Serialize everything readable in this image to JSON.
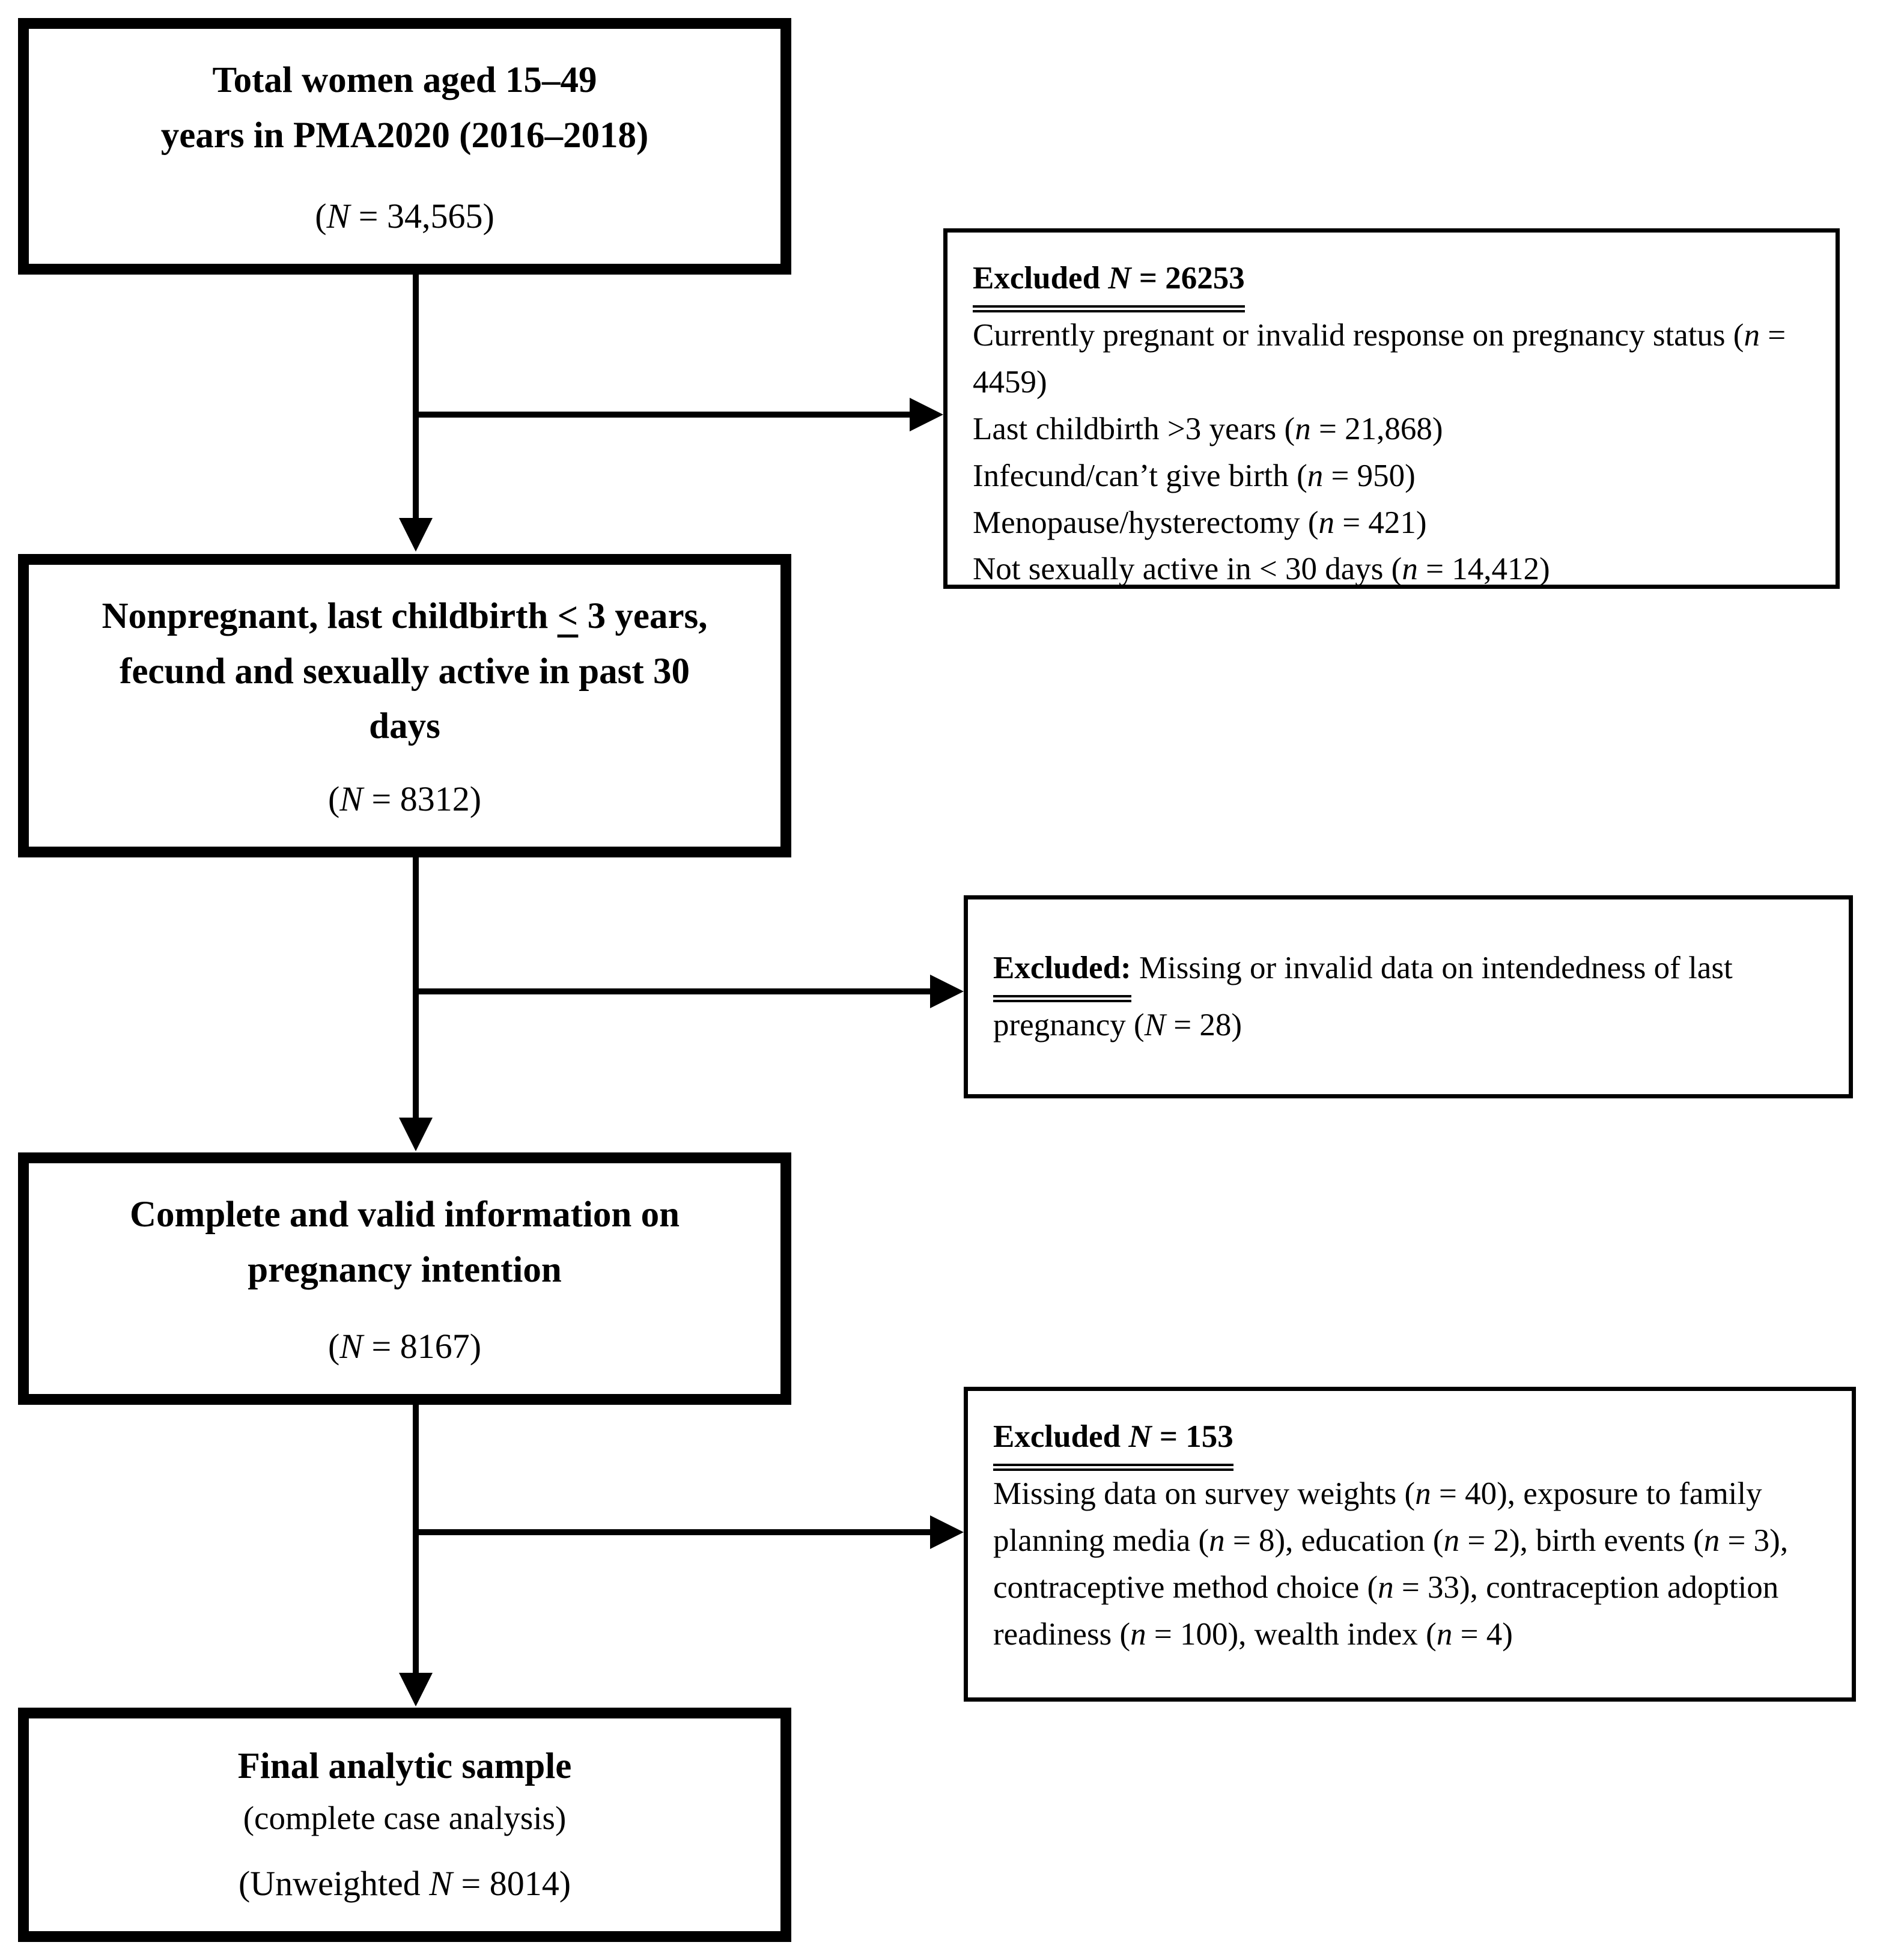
{
  "colors": {
    "ink": "#000000",
    "bg": "#ffffff"
  },
  "diagram": {
    "flow_boxes": [
      {
        "title_lines": [
          "Total women aged 15–49",
          "years in PMA2020 (2016–2018)"
        ],
        "n_label": "(N = 34,565)"
      },
      {
        "title_lines": [
          "Nonpregnant, last childbirth < 3 years,",
          "fecund and sexually active in past 30",
          "days"
        ],
        "n_label": "(N = 8312)"
      },
      {
        "title_lines": [
          "Complete and valid information on",
          "pregnancy intention"
        ],
        "n_label": "(N = 8167)"
      },
      {
        "title_lines": [
          "Final analytic sample"
        ],
        "subtitle": "(complete case analysis)",
        "n_label": "(Unweighted N = 8014)"
      }
    ],
    "excl_boxes": [
      {
        "heading": "Excluded N = 26253",
        "items": [
          "Currently pregnant or invalid response on pregnancy status (n = 4459)",
          "Last childbirth >3 years (n = 21,868)",
          "Infecund/can’t give birth (n =  950)",
          "Menopause/hysterectomy (n = 421)",
          "Not sexually active in < 30 days (n = 14,412)"
        ]
      },
      {
        "heading": "Excluded:",
        "text": "Missing or invalid data on intendedness of last pregnancy (N = 28)"
      },
      {
        "heading": "Excluded N = 153",
        "items": [
          "Missing data on survey weights (n = 40), exposure to family planning media (n =  8), education (n = 2), birth events (n = 3), contraceptive method choice (n = 33), contraception adoption readiness (n = 100), wealth index (n = 4)"
        ]
      }
    ]
  }
}
